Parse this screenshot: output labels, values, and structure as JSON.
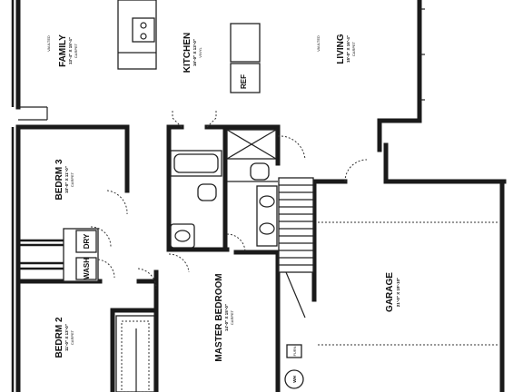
{
  "rooms": {
    "family": {
      "name": "FAMILY",
      "size": "13'-4\" X 15'-4\"",
      "floor": "CARPET",
      "note": "VAULTED"
    },
    "kitchen": {
      "name": "KITCHEN",
      "size": "16'-0\" X 13'-0\"",
      "floor": "VINYL"
    },
    "living": {
      "name": "LIVING",
      "size": "15'-0\" X 16'-4\"",
      "floor": "CARPET",
      "note": "VAULTED"
    },
    "bedroom3": {
      "name": "BEDRM 3",
      "size": "10'-0\" X 11'-0\"",
      "floor": "CARPET"
    },
    "bedroom2": {
      "name": "BEDRM 2",
      "size": "11'-0\" X 13'-0\"",
      "floor": "CARPET"
    },
    "master": {
      "name": "MASTER BEDROOM",
      "size": "14'-0\" X 15'-0\"",
      "floor": "CARPET"
    },
    "garage": {
      "name": "GARAGE",
      "size": "21'-0\" X 19'-10\""
    }
  },
  "fixtures": {
    "refrigerator": "REF",
    "washer": "WASH",
    "dryer": "DRY",
    "water_heater": "WH",
    "furnace": "FURN"
  }
}
